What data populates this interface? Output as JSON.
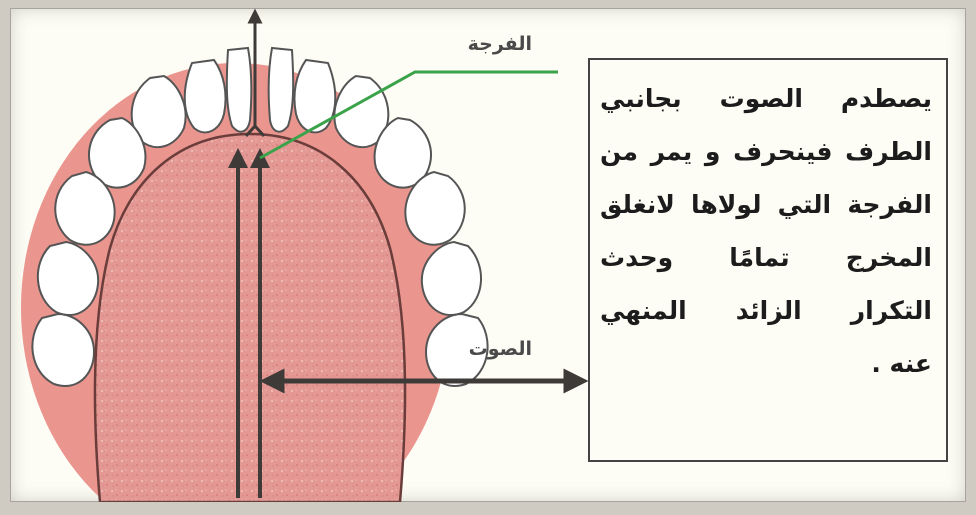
{
  "labels": {
    "gap": "الفرجة",
    "sound": "الصوت"
  },
  "explanation": {
    "lines": [
      "يصطدم الصوت بجانبي",
      "الطرف فينحرف و يمر من",
      "الفرجة التي لولاها لانغلق",
      "المخرج تمامًا وحدث",
      "التكرار الزائد المنهي",
      "عنه ."
    ]
  },
  "colors": {
    "gum": "#e8837c",
    "tongue": "#e59a96",
    "tooth": "#ffffff",
    "arrow": "#3e3a37",
    "pointer": "#3aa34a",
    "frame": "#cfcac2",
    "panel": "#fdfdf5"
  }
}
